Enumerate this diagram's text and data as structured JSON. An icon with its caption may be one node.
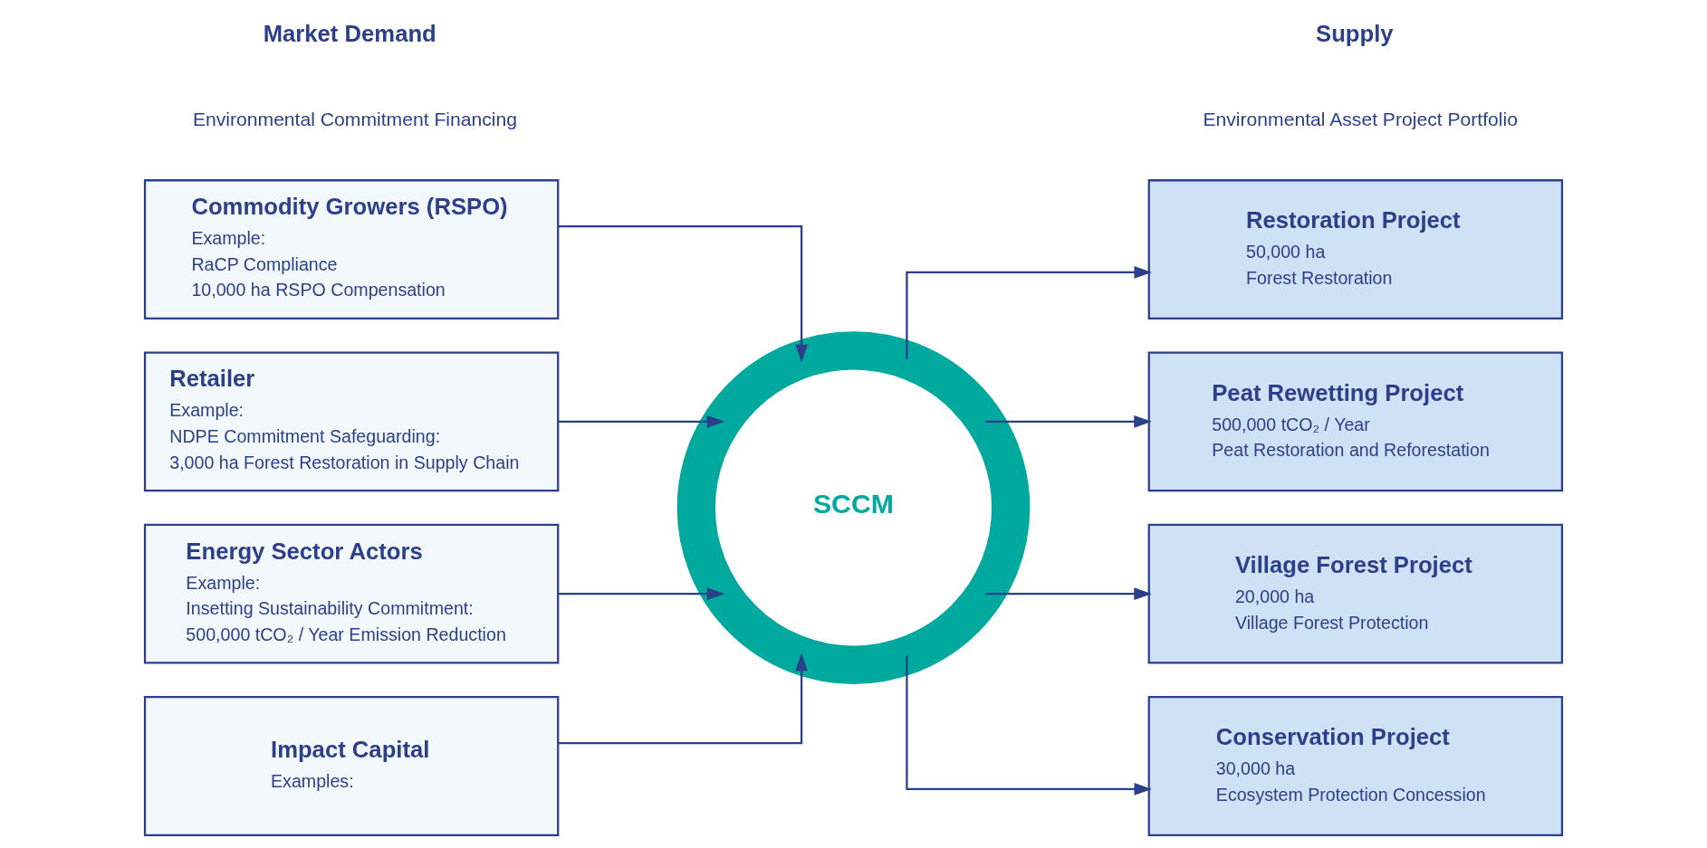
{
  "diagram": {
    "nodes": [
      {
        "text": [
          "Commodity Growers (RSPO)",
          "Example:",
          "RaCP Compliance",
          "10,000 ha RSPO Compensation"
        ]
      },
      {
        "text": [
          "Retailer",
          "Example:",
          "NDPE Commitment Safeguarding:",
          "3,000 ha Forest Restoration in Supply Chain"
        ]
      },
      {
        "text": [
          "Energy Sector Actors",
          "Example:",
          "Insetting Sustainability Commitment:",
          "500,000 tCO₂ / Year Emission Reduction"
        ]
      },
      {
        "text": [
          "Impact Capital",
          "Examples:"
        ]
      },
      {
        "text": [
          "SCCM"
        ]
      },
      {
        "text": [
          "Restoration Project",
          "50,000 ha",
          "Forest Restoration"
        ]
      },
      {
        "text": [
          "Peat Rewetting Project",
          "500,000 tCO₂ / Year",
          "Peat Restoration and Reforestation"
        ]
      },
      {
        "text": [
          "Village Forest Project",
          "20,000 ha",
          "Village Forest Protection"
        ]
      },
      {
        "text": [
          "Conservation Project",
          "30,000 ha",
          "Ecosystem Protection Concession"
        ]
      }
    ],
    "edges": [
      {
        "from": 0,
        "to": 4,
        "arrow": "to"
      },
      {
        "from": 1,
        "to": 4,
        "arrow": "to"
      },
      {
        "from": 2,
        "to": 4,
        "arrow": "to"
      },
      {
        "from": 3,
        "to": 4,
        "arrow": "to"
      },
      {
        "from": 4,
        "to": 5,
        "arrow": "to"
      },
      {
        "from": 4,
        "to": 6,
        "arrow": "to"
      },
      {
        "from": 4,
        "to": 7,
        "arrow": "to"
      },
      {
        "from": 4,
        "to": 8,
        "arrow": "to"
      }
    ],
    "labels": [
      "Market Demand",
      "Environmental Commitment Financing",
      "Supply",
      "Environmental Asset Project Portfolio"
    ]
  }
}
